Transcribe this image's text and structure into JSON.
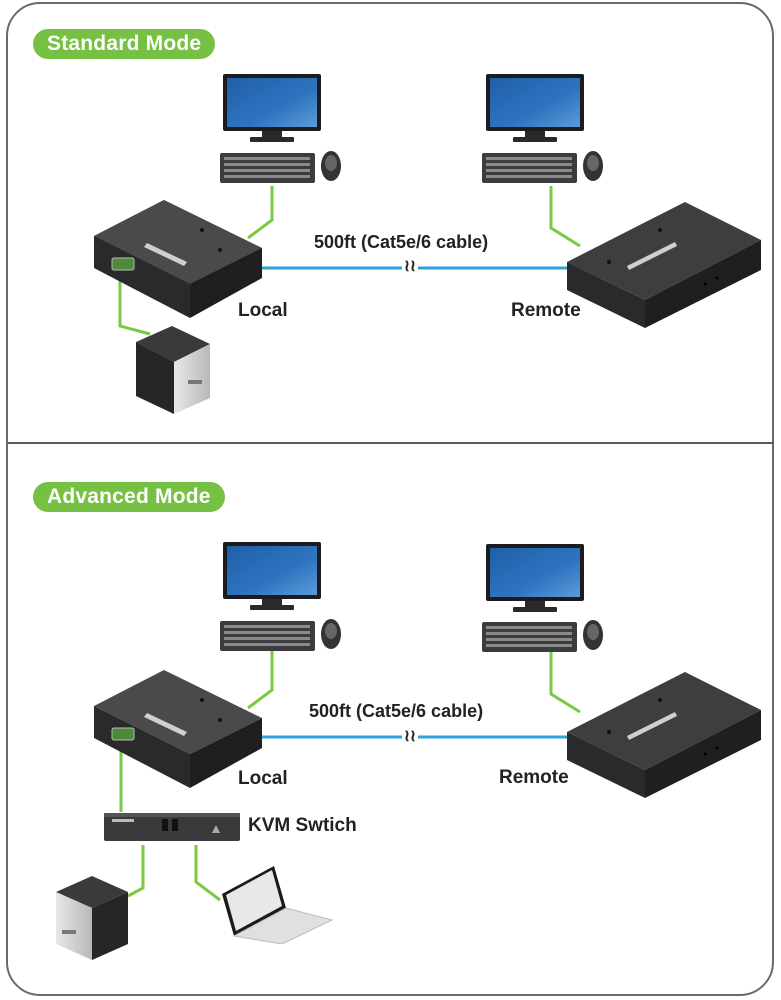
{
  "colors": {
    "badge_green": "#76c043",
    "wire_green": "#7ac943",
    "cable_blue": "#2ea3d8",
    "device_dark": "#3a3a3c",
    "frame_gray": "#6a6a6a"
  },
  "sections": [
    {
      "badge": "Standard Mode",
      "cable_label": "500ft (Cat5e/6 cable)",
      "break_symbol": "≀≀",
      "local_label": "Local",
      "remote_label": "Remote",
      "devices": [
        "local-monitor",
        "local-keyboard",
        "local-mouse",
        "local-extender",
        "pc-tower",
        "remote-monitor",
        "remote-keyboard",
        "remote-mouse",
        "remote-extender"
      ]
    },
    {
      "badge": "Advanced Mode",
      "cable_label": "500ft (Cat5e/6 cable)",
      "break_symbol": "≀≀",
      "local_label": "Local",
      "remote_label": "Remote",
      "kvm_label": "KVM Swtich",
      "devices": [
        "local-monitor",
        "local-keyboard",
        "local-mouse",
        "local-extender",
        "kvm-switch",
        "pc-tower",
        "laptop",
        "remote-monitor",
        "remote-keyboard",
        "remote-mouse",
        "remote-extender"
      ]
    }
  ]
}
